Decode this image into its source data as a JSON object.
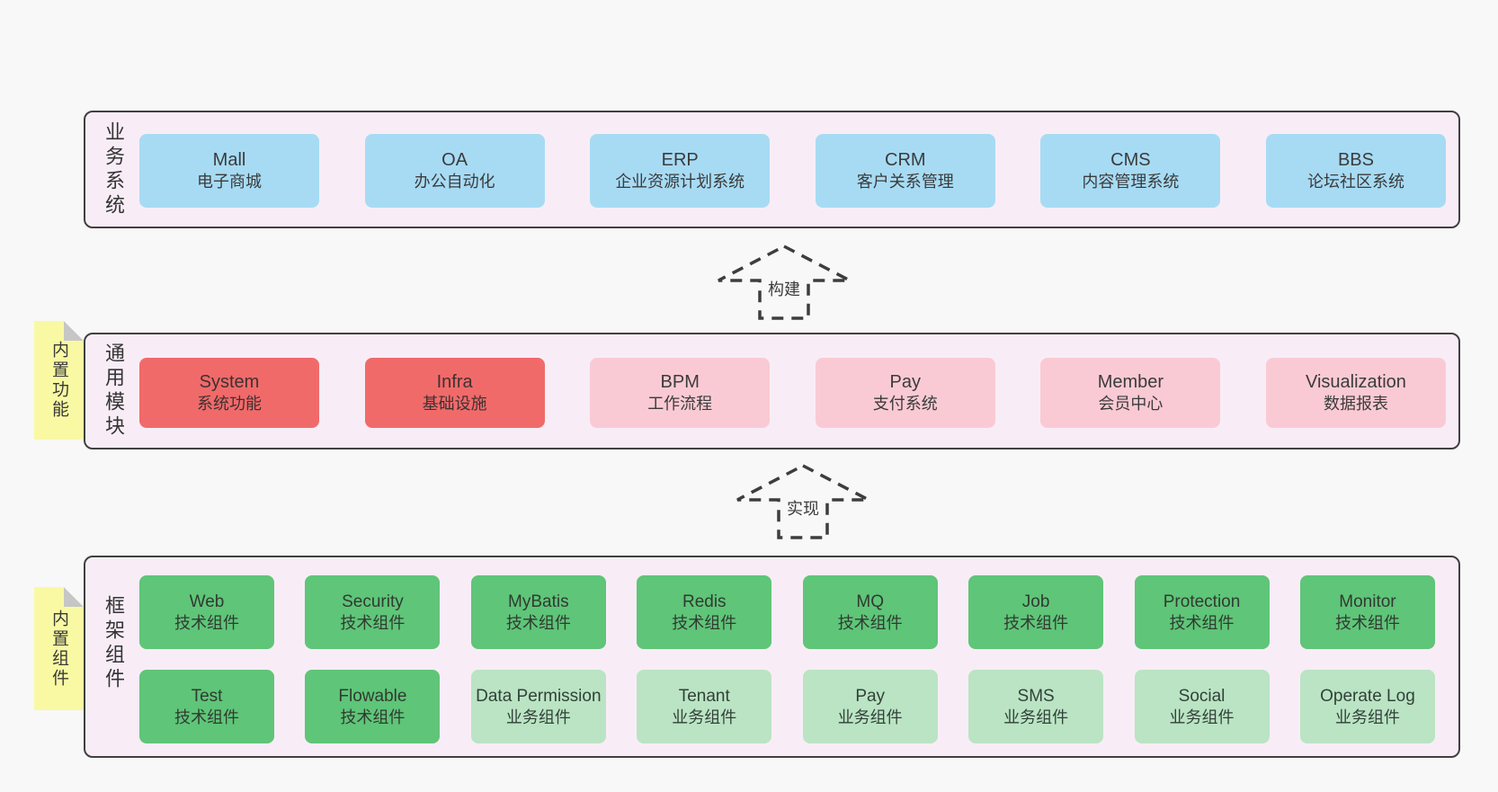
{
  "business": {
    "label": "业务系统",
    "items": [
      {
        "en": "Mall",
        "cn": "电子商城"
      },
      {
        "en": "OA",
        "cn": "办公自动化"
      },
      {
        "en": "ERP",
        "cn": "企业资源计划系统"
      },
      {
        "en": "CRM",
        "cn": "客户关系管理"
      },
      {
        "en": "CMS",
        "cn": "内容管理系统"
      },
      {
        "en": "BBS",
        "cn": "论坛社区系统"
      }
    ]
  },
  "arrows": {
    "build": "构建",
    "implement": "实现"
  },
  "modules": {
    "tab": "内置功能",
    "label": "通用模块",
    "items": [
      {
        "en": "System",
        "cn": "系统功能"
      },
      {
        "en": "Infra",
        "cn": "基础设施"
      },
      {
        "en": "BPM",
        "cn": "工作流程"
      },
      {
        "en": "Pay",
        "cn": "支付系统"
      },
      {
        "en": "Member",
        "cn": "会员中心"
      },
      {
        "en": "Visualization",
        "cn": "数据报表"
      }
    ]
  },
  "components": {
    "tab": "内置组件",
    "label": "框架组件",
    "row1": [
      {
        "en": "Web",
        "cn": "技术组件"
      },
      {
        "en": "Security",
        "cn": "技术组件"
      },
      {
        "en": "MyBatis",
        "cn": "技术组件"
      },
      {
        "en": "Redis",
        "cn": "技术组件"
      },
      {
        "en": "MQ",
        "cn": "技术组件"
      },
      {
        "en": "Job",
        "cn": "技术组件"
      },
      {
        "en": "Protection",
        "cn": "技术组件"
      },
      {
        "en": "Monitor",
        "cn": "技术组件"
      }
    ],
    "row2": [
      {
        "en": "Test",
        "cn": "技术组件"
      },
      {
        "en": "Flowable",
        "cn": "技术组件"
      },
      {
        "en": "Data Permission",
        "cn": "业务组件"
      },
      {
        "en": "Tenant",
        "cn": "业务组件"
      },
      {
        "en": "Pay",
        "cn": "业务组件"
      },
      {
        "en": "SMS",
        "cn": "业务组件"
      },
      {
        "en": "Social",
        "cn": "业务组件"
      },
      {
        "en": "Operate Log",
        "cn": "业务组件"
      }
    ]
  },
  "colors": {
    "background": "#f8f8f8",
    "section_fill": "#f8edf6",
    "section_border": "#404040",
    "blue": "#a7dbf4",
    "red": "#f16a6a",
    "pink": "#facad4",
    "green": "#5fc578",
    "green_light": "#bae4c3",
    "sticky_yellow": "#f9f9a3",
    "fold_gray": "#c6c6c6"
  }
}
